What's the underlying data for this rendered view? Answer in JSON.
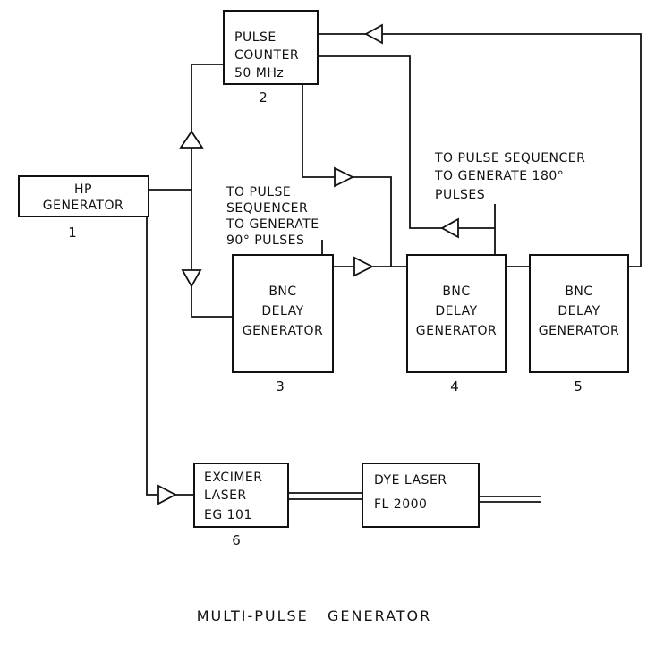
{
  "title": "MULTI-PULSE   GENERATOR",
  "blocks": [
    {
      "id": "1",
      "lines": [
        "HP",
        "GENERATOR"
      ],
      "number": "1"
    },
    {
      "id": "2",
      "lines": [
        "PULSE",
        "COUNTER",
        "50 MHz"
      ],
      "number": "2"
    },
    {
      "id": "3",
      "lines": [
        "BNC",
        "DELAY",
        "GENERATOR"
      ],
      "number": "3"
    },
    {
      "id": "4",
      "lines": [
        "BNC",
        "DELAY",
        "GENERATOR"
      ],
      "number": "4"
    },
    {
      "id": "5",
      "lines": [
        "BNC",
        "DELAY",
        "GENERATOR"
      ],
      "number": "5"
    },
    {
      "id": "6",
      "lines": [
        "EXCIMER",
        "LASER",
        "EG 101"
      ],
      "number": "6"
    },
    {
      "id": "7",
      "lines": [
        "DYE LASER",
        "FL 2000"
      ],
      "number": ""
    }
  ],
  "annotations": {
    "seq90": [
      "TO PULSE",
      "SEQUENCER",
      "TO GENERATE",
      "90° PULSES"
    ],
    "seq180": [
      "TO PULSE SEQUENCER",
      "TO GENERATE 180°",
      "PULSES"
    ]
  }
}
